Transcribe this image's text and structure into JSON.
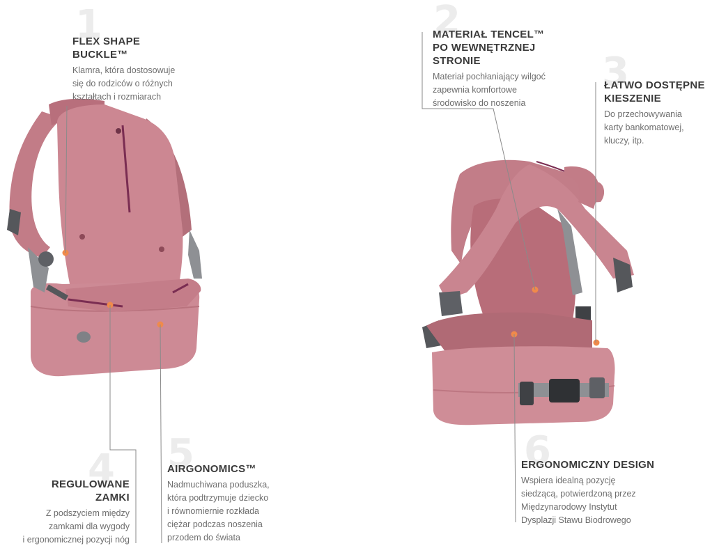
{
  "features": [
    {
      "number": "1",
      "title": "FLEX SHAPE\nBUCKLE™",
      "desc": "Klamra, która dostosowuje\nsię do rodziców o różnych\nkształtach i rozmiarach"
    },
    {
      "number": "2",
      "title": "MATERIAŁ TENCEL™\nPO WEWNĘTRZNEJ\nSTRONIE",
      "desc": "Materiał pochłaniający wilgoć\nzapewnia komfortowe\nśrodowisko do noszenia"
    },
    {
      "number": "3",
      "title": "ŁATWO DOSTĘPNE\nKIESZENIE",
      "desc": "Do przechowywania\nkarty bankomatowej,\nkluczy, itp."
    },
    {
      "number": "4",
      "title": "REGULOWANE\nZAMKI",
      "desc": "Z podszyciem między\nzamkami dla wygody\ni ergonomicznej pozycji nóg"
    },
    {
      "number": "5",
      "title": "AIRGONOMICS™",
      "desc": "Nadmuchiwana poduszka,\nktóra podtrzymuje dziecko\ni równomiernie rozkłada\nciężar podczas noszenia\nprzodem do świata"
    },
    {
      "number": "6",
      "title": "ERGONOMICZNY DESIGN",
      "desc": "Wspiera idealną pozycję\nsiedzącą, potwierdzoną przez\nMiędzynarodowy Instytut\nDysplazji Stawu Biodrowego"
    }
  ],
  "colors": {
    "fabric": "#c98590",
    "fabric_dark": "#a86770",
    "strap_grey": "#8e9094",
    "accent_dot": "#f08a4b",
    "zipper": "#7a2d52",
    "leader_line": "#8a8a8a"
  }
}
